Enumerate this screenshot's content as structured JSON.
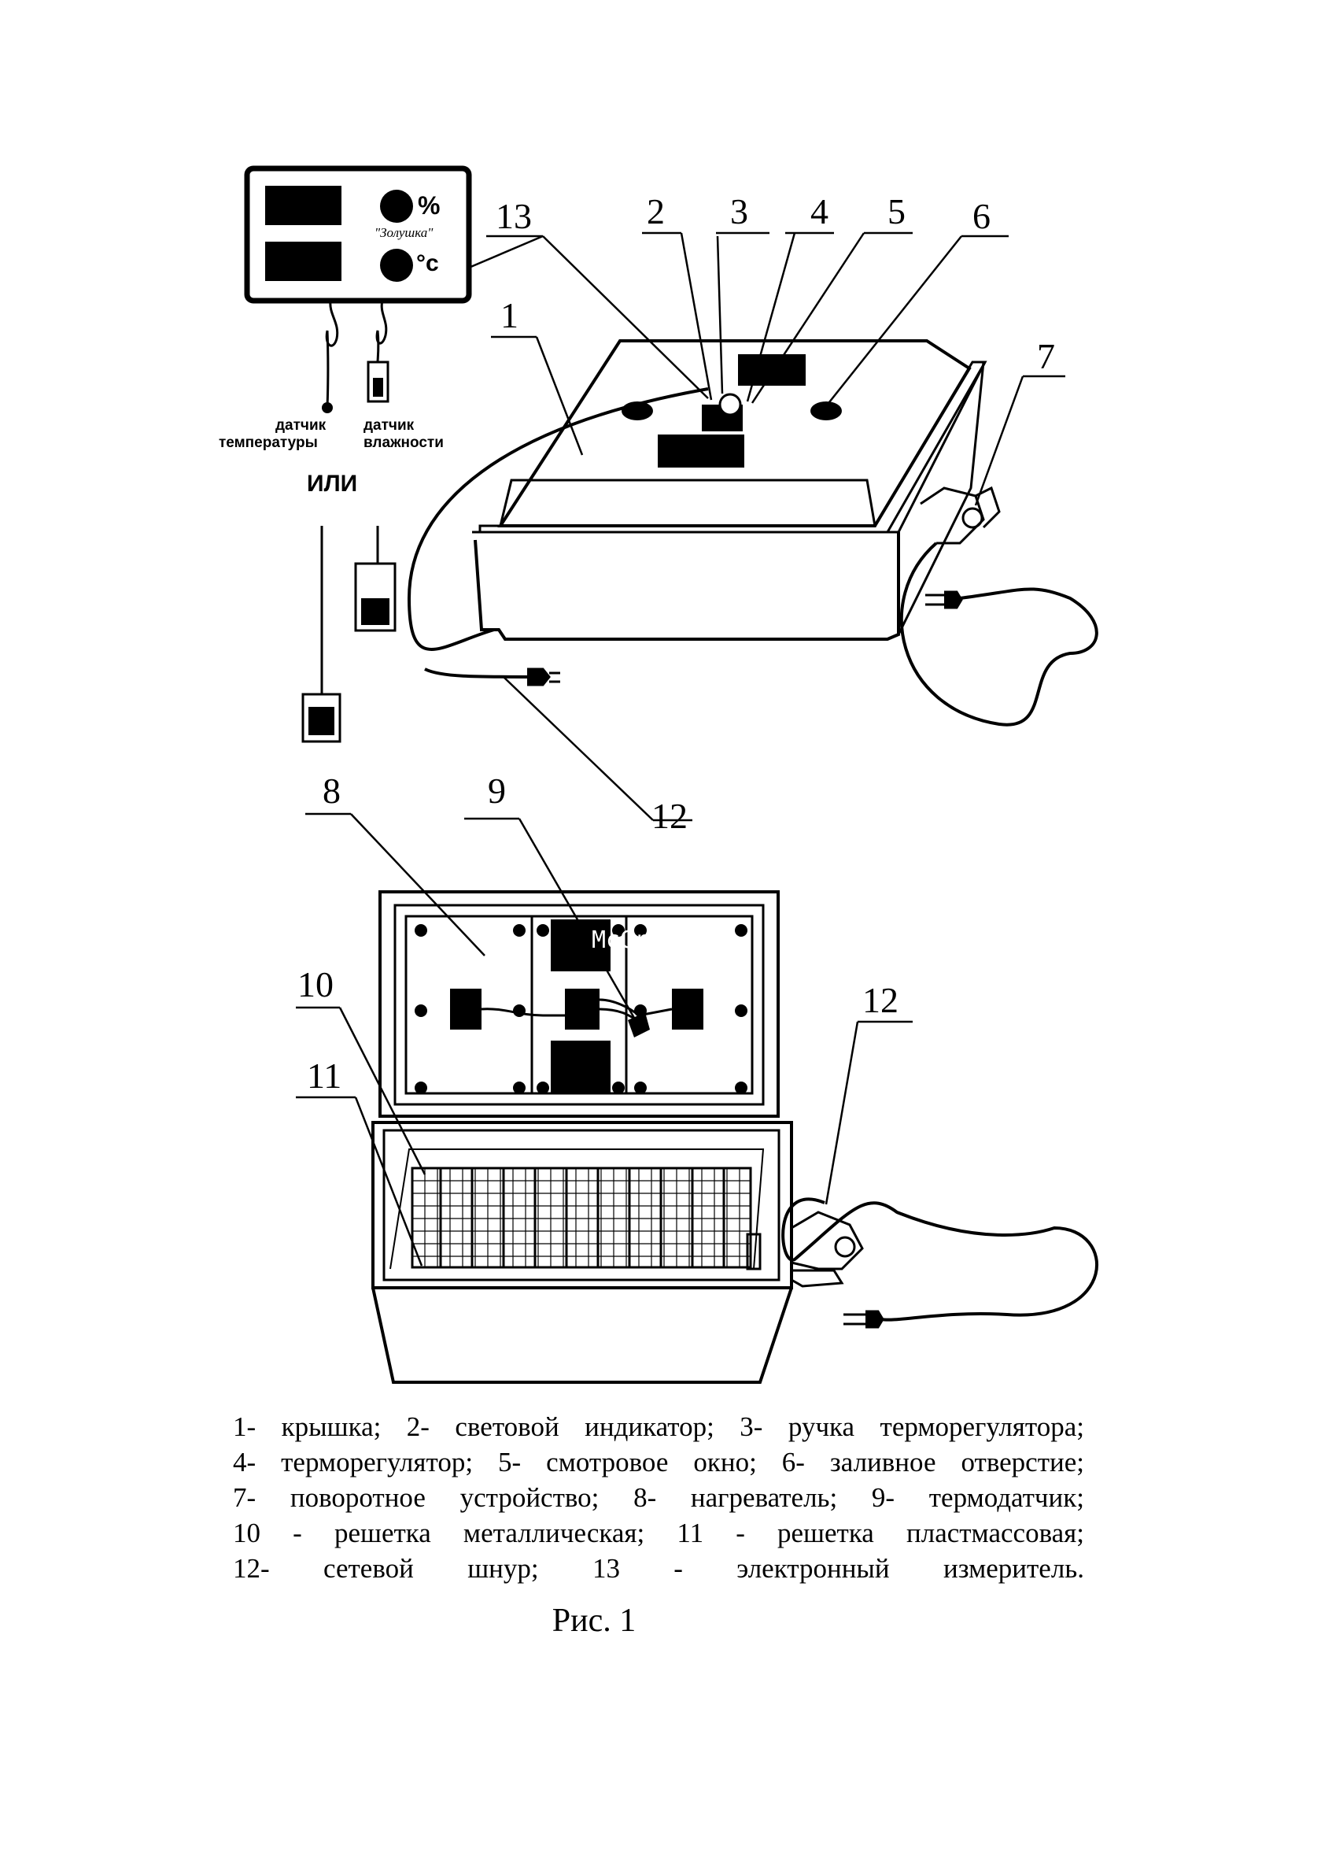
{
  "callouts": [
    "1",
    "2",
    "3",
    "4",
    "5",
    "6",
    "7",
    "8",
    "9",
    "10",
    "11",
    "12",
    "12",
    "13"
  ],
  "meter": {
    "brand": "\"Золушка\"",
    "humidity_unit": "%",
    "temp_unit": "°c",
    "sensor_temp_label": [
      "датчик",
      "температуры"
    ],
    "sensor_humidity_label": [
      "датчик",
      "влажности"
    ],
    "or_label": "ИЛИ"
  },
  "watermark": "McGrp.Ru",
  "legend": [
    "1- крышка; 2- световой индикатор; 3- ручка терморегулятора;",
    "4- терморегулятор; 5- смотровое окно; 6- заливное отверстие;",
    "7- поворотное устройство; 8- нагреватель; 9- термодатчик;",
    "10 - решетка металлическая; 11 - решетка пластмассовая;",
    "12- сетевой шнур; 13 - электронный измеритель."
  ],
  "caption": "Рис. 1"
}
